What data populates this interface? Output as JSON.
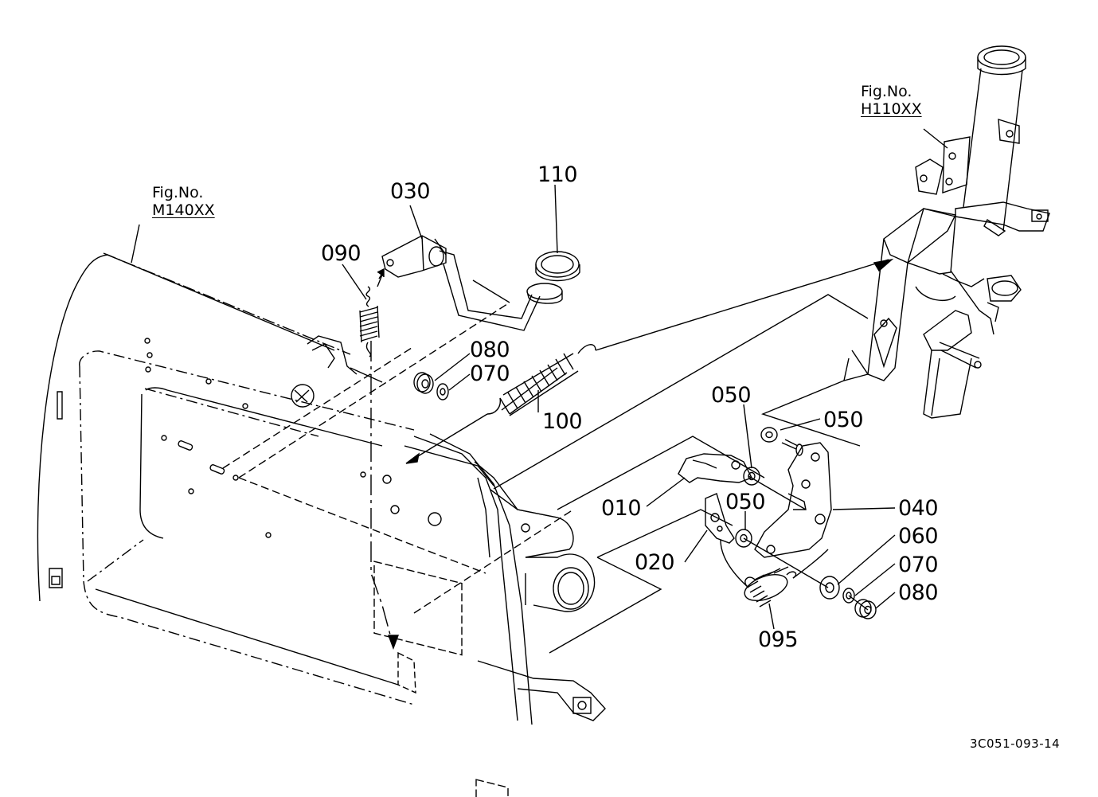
{
  "figure_refs": [
    {
      "id": "ref-m140",
      "line1": "Fig.No.",
      "line2": "M140XX"
    },
    {
      "id": "ref-h110",
      "line1": "Fig.No.",
      "line2": "H110XX"
    }
  ],
  "part_labels": {
    "p110": "110",
    "p030": "030",
    "p090": "090",
    "p080a": "080",
    "p070a": "070",
    "p100": "100",
    "p050a": "050",
    "p050b": "050",
    "p050c": "050",
    "p010": "010",
    "p040": "040",
    "p020": "020",
    "p060": "060",
    "p070b": "070",
    "p080b": "080",
    "p095": "095"
  },
  "drawing_code": "3C051-093-14",
  "colors": {
    "line": "#000000",
    "background": "#ffffff"
  }
}
